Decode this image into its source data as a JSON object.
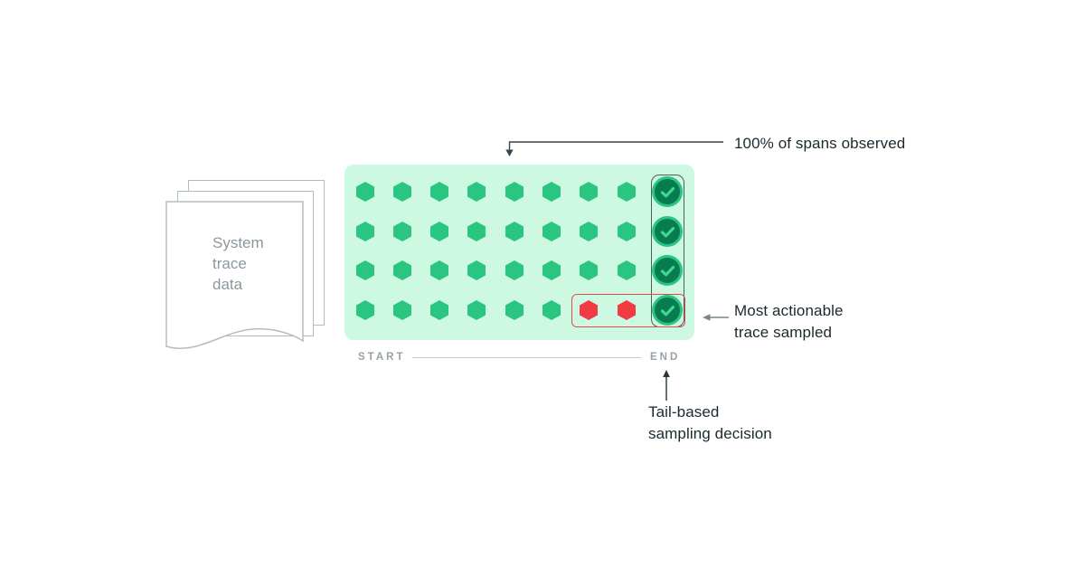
{
  "diagram": {
    "source_document": {
      "lines": [
        "System",
        "trace",
        "data"
      ]
    },
    "timeline": {
      "start_label": "START",
      "end_label": "END"
    },
    "annotations": {
      "observed": {
        "text": "100% of spans observed"
      },
      "actionable": {
        "lines": [
          "Most actionable",
          "trace sampled"
        ]
      },
      "decision": {
        "lines": [
          "Tail-based",
          "sampling decision"
        ]
      }
    },
    "grid": {
      "rows": [
        [
          "span",
          "span",
          "span",
          "span",
          "span",
          "span",
          "span",
          "span",
          "sampled"
        ],
        [
          "span",
          "span",
          "span",
          "span",
          "span",
          "span",
          "span",
          "span",
          "sampled"
        ],
        [
          "span",
          "span",
          "span",
          "span",
          "span",
          "span",
          "span",
          "span",
          "sampled"
        ],
        [
          "span",
          "span",
          "span",
          "span",
          "span",
          "span",
          "error",
          "error",
          "sampled"
        ]
      ],
      "legend": {
        "span": "observed span (green hexagon)",
        "error": "actionable span (red hexagon)",
        "sampled": "trace sampled (check circle)"
      }
    },
    "icons": {
      "check": "checkmark-icon",
      "span": "hexagon-icon",
      "document": "stacked-pages-icon",
      "arrow": "arrow-connector-icon"
    },
    "colors": {
      "panel_bg": "#CDF9E3",
      "span_green": "#2AC581",
      "span_red": "#F13B44",
      "sampled_circle_fill": "#077C51",
      "sampled_circle_ring": "#2AC581",
      "check_stroke": "#41DA8D",
      "sampled_outline": "#4D5D62",
      "actionable_outline": "#E8474D",
      "text_dark": "#1A2930",
      "text_gray": "#8C979D",
      "page_stroke": "#B3BDC1"
    }
  }
}
